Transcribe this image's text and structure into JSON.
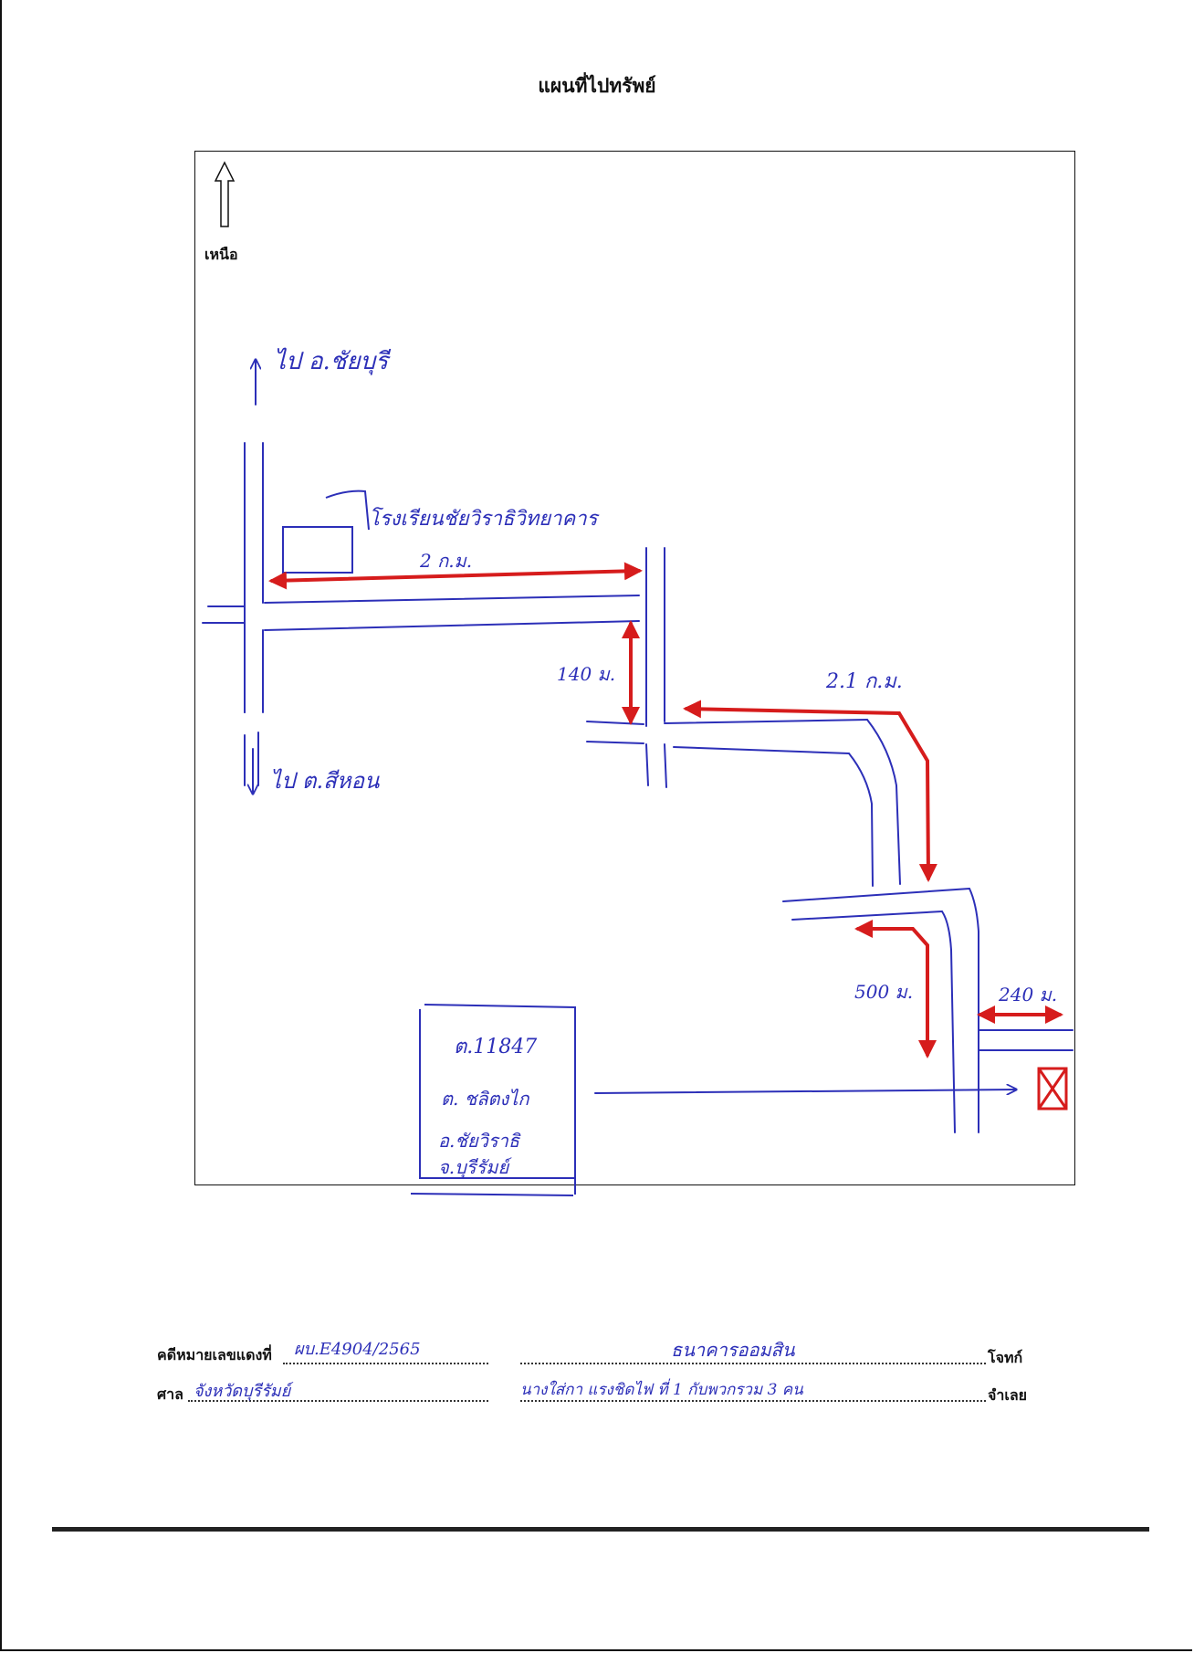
{
  "document": {
    "title": "แผนที่ไปทรัพย์",
    "north_label": "เหนือ"
  },
  "map": {
    "to_north_road": "ไป อ.ชัยบุรี",
    "to_south_road": "ไป ต.สีหอน",
    "school_label": "โรงเรียนชัยวิราธิวิทยาคาร",
    "dist_school_road": "2 ก.ม.",
    "dist_vertical": "140 ม.",
    "dist_curve": "2.1 ก.ม.",
    "dist_down": "500 ม.",
    "dist_right": "240 ม.",
    "plot_box": {
      "line1": "ต.11847",
      "line2": "ต. ชลิตงไก",
      "line3": "อ.ชัยวิราธิ",
      "line4": "จ.บุรีรัมย์"
    },
    "target_mark": "⊠"
  },
  "footer": {
    "case_label": "คดีหมายเลขแดงที่",
    "case_value": "ผบ.E4904/2565",
    "court_label": "ศาล",
    "court_value": "จังหวัดบุรีรัมย์",
    "plaintiff_value": "ธนาคารออมสิน",
    "plaintiff_label": "โจทก์",
    "defendant_value": "นางใส่กา แรงชิดไฟ ที่ 1 กับพวกรวม 3 คน",
    "defendant_label": "จำเลย"
  },
  "colors": {
    "ink_blue": "#2c2fb8",
    "arrow_red": "#d61c1c",
    "frame_black": "#111111"
  }
}
